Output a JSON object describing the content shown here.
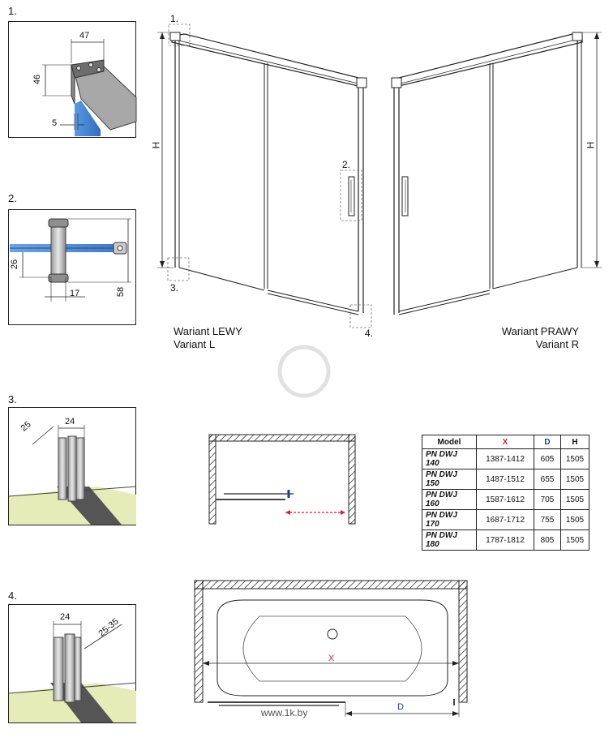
{
  "detail_numbers": {
    "d1": "1.",
    "d2": "2.",
    "d3": "3.",
    "d4": "4."
  },
  "callouts": {
    "c1": "1.",
    "c2": "2.",
    "c3": "3.",
    "c4": "4."
  },
  "detail1": {
    "width": "47",
    "height": "46",
    "glass": "5"
  },
  "detail2": {
    "offset": "26",
    "width": "17",
    "height": "58"
  },
  "detail3": {
    "depth": "25",
    "width": "24"
  },
  "detail4": {
    "width": "24",
    "range": "25-35"
  },
  "dimension_labels": {
    "h_left": "H",
    "h_right": "H",
    "x_plan": "X",
    "d_plan": "D"
  },
  "variants": {
    "left_line1": "Wariant LEWY",
    "left_line2": "Variant L",
    "right_line1": "Wariant PRAWY",
    "right_line2": "Variant R"
  },
  "table": {
    "headers": [
      "Model",
      "X",
      "D",
      "H"
    ],
    "header_colors": {
      "X": "#d6232a",
      "D": "#1f3f8f"
    },
    "rows": [
      [
        "PN DWJ 140",
        "1387-1412",
        "605",
        "1505"
      ],
      [
        "PN DWJ 150",
        "1487-1512",
        "655",
        "1505"
      ],
      [
        "PN DWJ 160",
        "1587-1612",
        "705",
        "1505"
      ],
      [
        "PN DWJ 170",
        "1687-1712",
        "755",
        "1505"
      ],
      [
        "PN DWJ 180",
        "1787-1812",
        "805",
        "1505"
      ]
    ]
  },
  "colors": {
    "accent_red": "#d6232a",
    "glass_blue": "#3a7fd0",
    "floor_green": "#e6ecb8"
  },
  "watermark": "www.1k.by"
}
